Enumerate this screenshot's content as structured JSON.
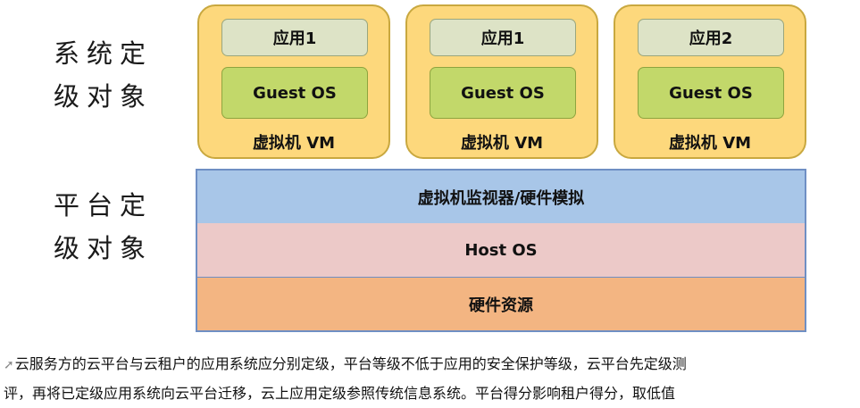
{
  "left_labels": {
    "system": [
      "系统定",
      "级对象"
    ],
    "platform": [
      "平台定",
      "级对象"
    ]
  },
  "vms": [
    {
      "app": "应用1",
      "os": "Guest OS",
      "label": "虚拟机 VM"
    },
    {
      "app": "应用1",
      "os": "Guest OS",
      "label": "虚拟机 VM"
    },
    {
      "app": "应用2",
      "os": "Guest OS",
      "label": "虚拟机 VM"
    }
  ],
  "layers": {
    "hypervisor": "虚拟机监视器/硬件模拟",
    "host_os": "Host OS",
    "hardware": "硬件资源"
  },
  "note": {
    "arrow_icon": "arrow-icon",
    "line1": "云服务方的云平台与云租户的应用系统应分别定级，平台等级不低于应用的安全保护等级，云平台先定级测",
    "line2": "评，再将已定级应用系统向云平台迁移，云上应用定级参照传统信息系统。平台得分影响租户得分，取低值"
  },
  "colors": {
    "vm_fill": "#fdd87c",
    "app_fill": "#dde3c6",
    "guest_os_fill": "#c2d86a",
    "hypervisor_fill": "#a8c6e8",
    "host_os_fill": "#ecc9c8",
    "hardware_fill": "#f3b582"
  }
}
